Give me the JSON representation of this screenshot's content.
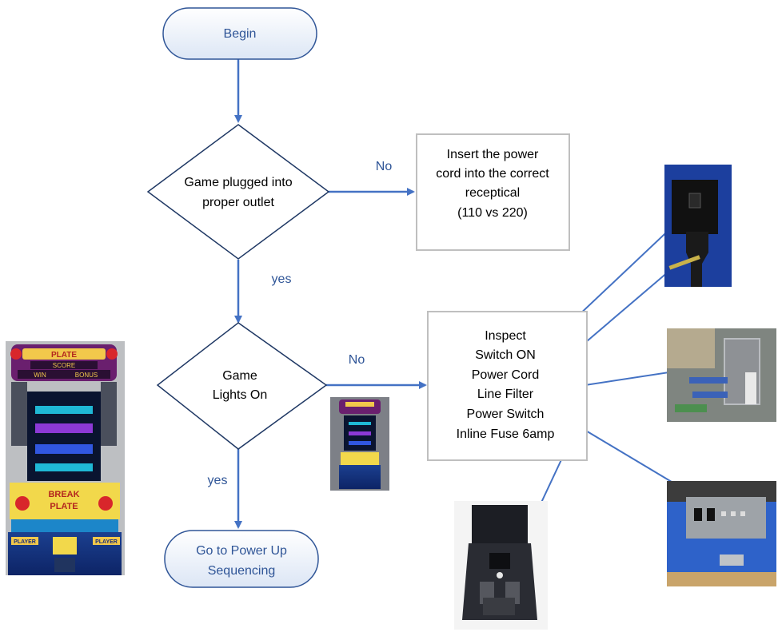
{
  "flowchart": {
    "start": "Begin",
    "decision1": [
      "Game plugged into",
      "proper outlet"
    ],
    "decision1_no": "No",
    "decision1_yes": "yes",
    "action1": [
      "Insert the power",
      "cord into the correct",
      "receptical",
      "(110 vs 220)"
    ],
    "decision2": [
      "Game",
      "Lights On"
    ],
    "decision2_no": "No",
    "decision2_yes": "yes",
    "inspect": [
      "Inspect",
      "Switch ON",
      "Power Cord",
      "Line Filter",
      "Power Switch",
      "Inline Fuse 6amp"
    ],
    "end": [
      "Go to Power Up",
      "Sequencing"
    ]
  },
  "photos": {
    "cabinet_large": [
      "PLATE",
      "SCORE",
      "WIN",
      "BONUS",
      "BREAK",
      "PLATE",
      "PLAYER",
      "PLAYER"
    ]
  },
  "colors": {
    "line": "#4472c4",
    "text_blue": "#2f5597",
    "node_border": "#2f5597",
    "box_border": "#bfbfbf",
    "diamond_border": "#1f3864"
  }
}
